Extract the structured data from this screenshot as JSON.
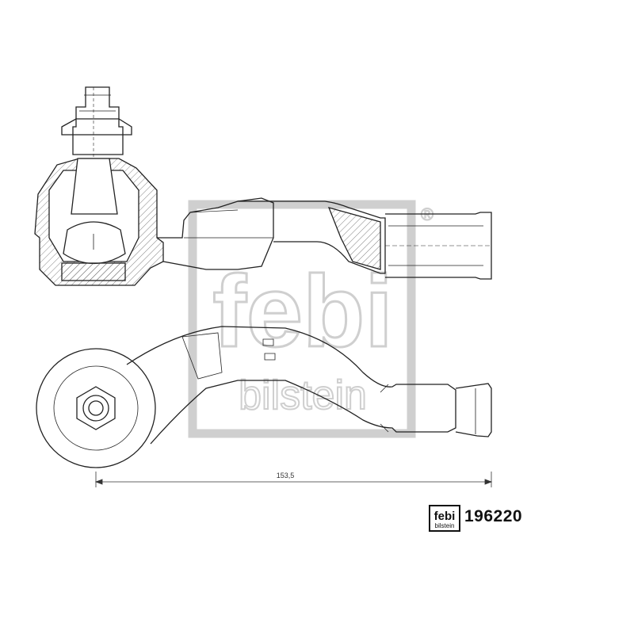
{
  "watermark": {
    "logo_top": "febi",
    "logo_bottom": "bilstein",
    "registered_mark": "®"
  },
  "drawing": {
    "dimension_overall_length": "153,5"
  },
  "footer": {
    "brand_logo_top": "febi",
    "brand_logo_bottom": "bilstein",
    "part_number": "196220"
  },
  "colors": {
    "line": "#222222",
    "hatch": "#555555",
    "watermark": "#c9c9c9",
    "dimension": "#333333"
  }
}
